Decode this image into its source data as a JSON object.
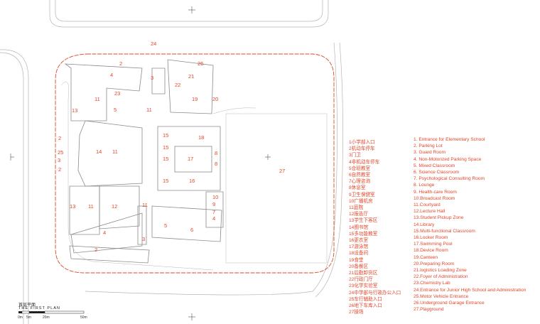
{
  "plan_numbers": [
    {
      "id": "24",
      "t": "24"
    },
    {
      "id": "2a",
      "t": "2"
    },
    {
      "id": "3a",
      "t": "3"
    },
    {
      "id": "26",
      "t": "26"
    },
    {
      "id": "4a",
      "t": "4"
    },
    {
      "id": "22",
      "t": "22"
    },
    {
      "id": "21",
      "t": "21"
    },
    {
      "id": "23",
      "t": "23"
    },
    {
      "id": "11a",
      "t": "11"
    },
    {
      "id": "19",
      "t": "19"
    },
    {
      "id": "20",
      "t": "20"
    },
    {
      "id": "13a",
      "t": "13"
    },
    {
      "id": "5a",
      "t": "5"
    },
    {
      "id": "11b",
      "t": "11"
    },
    {
      "id": "15a",
      "t": "15"
    },
    {
      "id": "18",
      "t": "18"
    },
    {
      "id": "15b",
      "t": "15"
    },
    {
      "id": "8a",
      "t": "8"
    },
    {
      "id": "25",
      "t": "25"
    },
    {
      "id": "14",
      "t": "14"
    },
    {
      "id": "11c",
      "t": "11"
    },
    {
      "id": "15c",
      "t": "15"
    },
    {
      "id": "17",
      "t": "17"
    },
    {
      "id": "8b",
      "t": "8"
    },
    {
      "id": "3b",
      "t": "3"
    },
    {
      "id": "2b",
      "t": "2"
    },
    {
      "id": "27",
      "t": "27"
    },
    {
      "id": "2c",
      "t": "2"
    },
    {
      "id": "15d",
      "t": "15"
    },
    {
      "id": "16",
      "t": "16"
    },
    {
      "id": "10",
      "t": "10"
    },
    {
      "id": "9",
      "t": "9"
    },
    {
      "id": "7",
      "t": "7"
    },
    {
      "id": "12",
      "t": "12"
    },
    {
      "id": "13b",
      "t": "13"
    },
    {
      "id": "11d",
      "t": "11"
    },
    {
      "id": "11e",
      "t": "11"
    },
    {
      "id": "5b",
      "t": "5"
    },
    {
      "id": "6",
      "t": "6"
    },
    {
      "id": "4b",
      "t": "4"
    },
    {
      "id": "3c",
      "t": "3"
    },
    {
      "id": "2d",
      "t": "2"
    },
    {
      "id": "4c",
      "t": "4"
    }
  ],
  "legend_cn": [
    "1小学部入口",
    "2机动车停车",
    "3门卫",
    "4非机动车停车",
    "5合班教室",
    "6自然教室",
    "7心理咨询",
    "8休息室",
    "9卫生保健室",
    "10广播机房",
    "11庭院",
    "12报告厅",
    "13学生下客区",
    "14图书馆",
    "15多功能教室",
    "16更衣室",
    "17游泳馆",
    "18设备间",
    "19食堂",
    "20备餐区",
    "21后勤卸货区",
    "22行政门厅",
    "23化学实验室",
    "24中学部与行政办公入口",
    "25车行辅助入口",
    "26地下车库入口",
    "27操场"
  ],
  "legend_en": [
    "1. Entrance for Elementary School",
    "2. Parking Lot",
    "3. Guard Room",
    "4. Non-Motorized Parking Space",
    "5. Mixed Classroom",
    "6. Science Classroom",
    "7. Psychological Consulting Room",
    "8. Lounge",
    "9. Health-care Room",
    "10.Broadcast Room",
    "11.Courtyard",
    "12.Lecture Hall",
    "13.Student Pickup Zone",
    "14.Library",
    "15.Multi-functional Classroom",
    "16.Locker Room",
    "17.Swimming Pool",
    "18.Device Room",
    "19.Canteen",
    "20.Preparing Room",
    "21.logistics Loading Zone",
    "22.Foyer of Administration",
    "23.Chemistry Lab",
    "24.Entrance for Junior High School and Administration",
    "25.Motor Vehicle Entrance",
    "26.Underground Garage Entrance",
    "27.Playground"
  ],
  "title_cn": "首层平面",
  "title_en": "THE FIRST PLAN",
  "scale": [
    "0m",
    "5m",
    "20m",
    "50m"
  ],
  "colors": {
    "accent": "#e2462a",
    "line": "#9a9a9a",
    "dark": "#333333"
  }
}
